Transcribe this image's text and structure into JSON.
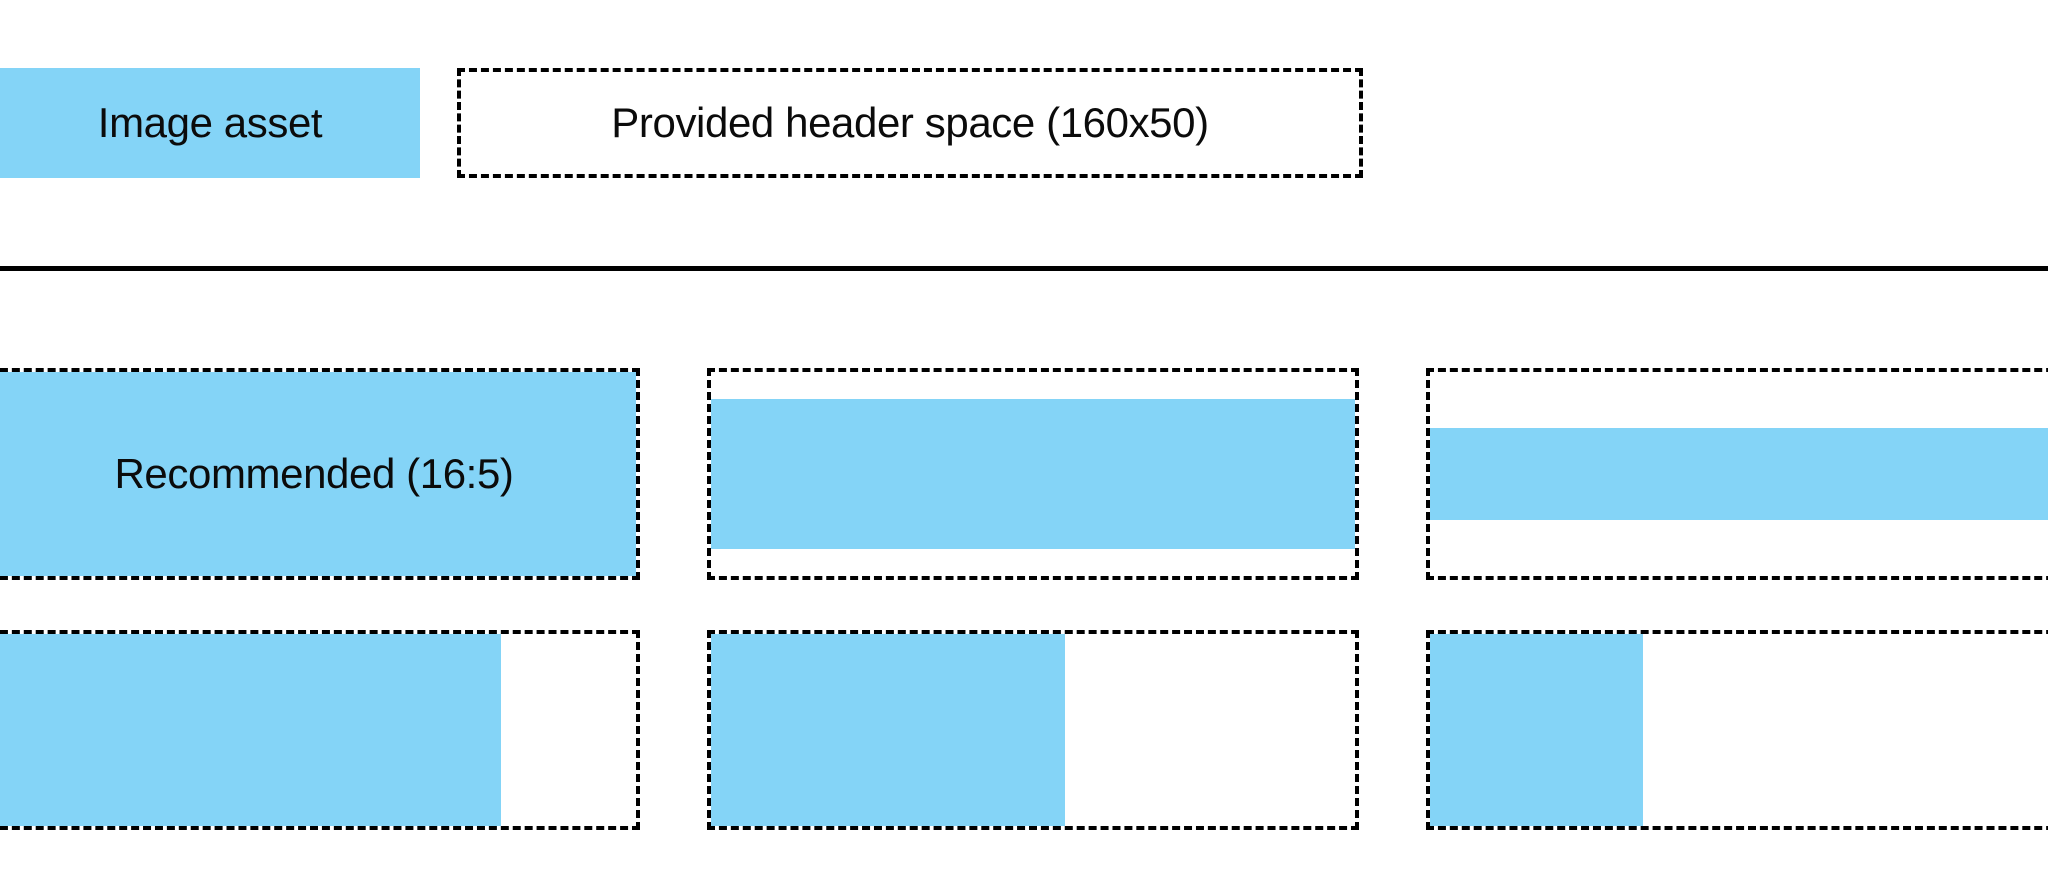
{
  "colors": {
    "asset_blue": "#84D4F7",
    "outline": "#000000",
    "background": "#FFFFFF",
    "text": "#0B0B0B"
  },
  "header": {
    "asset_swatch_label": "Image asset",
    "provided_space_label": "Provided header space (160x50)"
  },
  "grid": {
    "rows": [
      {
        "cells": [
          {
            "caption": "Recommended (16:5)",
            "fill_width_pct": 100,
            "fill_height_pct": 100,
            "fill_align_x": "left",
            "fill_align_y": "top"
          },
          {
            "caption": "",
            "fill_width_pct": 100,
            "fill_height_pct": 74,
            "fill_align_x": "left",
            "fill_align_y": "center"
          },
          {
            "caption": "",
            "fill_width_pct": 100,
            "fill_height_pct": 45,
            "fill_align_x": "left",
            "fill_align_y": "center"
          }
        ]
      },
      {
        "cells": [
          {
            "caption": "",
            "fill_width_pct": 79,
            "fill_height_pct": 100,
            "fill_align_x": "left",
            "fill_align_y": "top"
          },
          {
            "caption": "",
            "fill_width_pct": 55,
            "fill_height_pct": 100,
            "fill_align_x": "left",
            "fill_align_y": "top"
          },
          {
            "caption": "",
            "fill_width_pct": 33,
            "fill_height_pct": 100,
            "fill_align_x": "left",
            "fill_align_y": "top"
          }
        ]
      }
    ]
  }
}
